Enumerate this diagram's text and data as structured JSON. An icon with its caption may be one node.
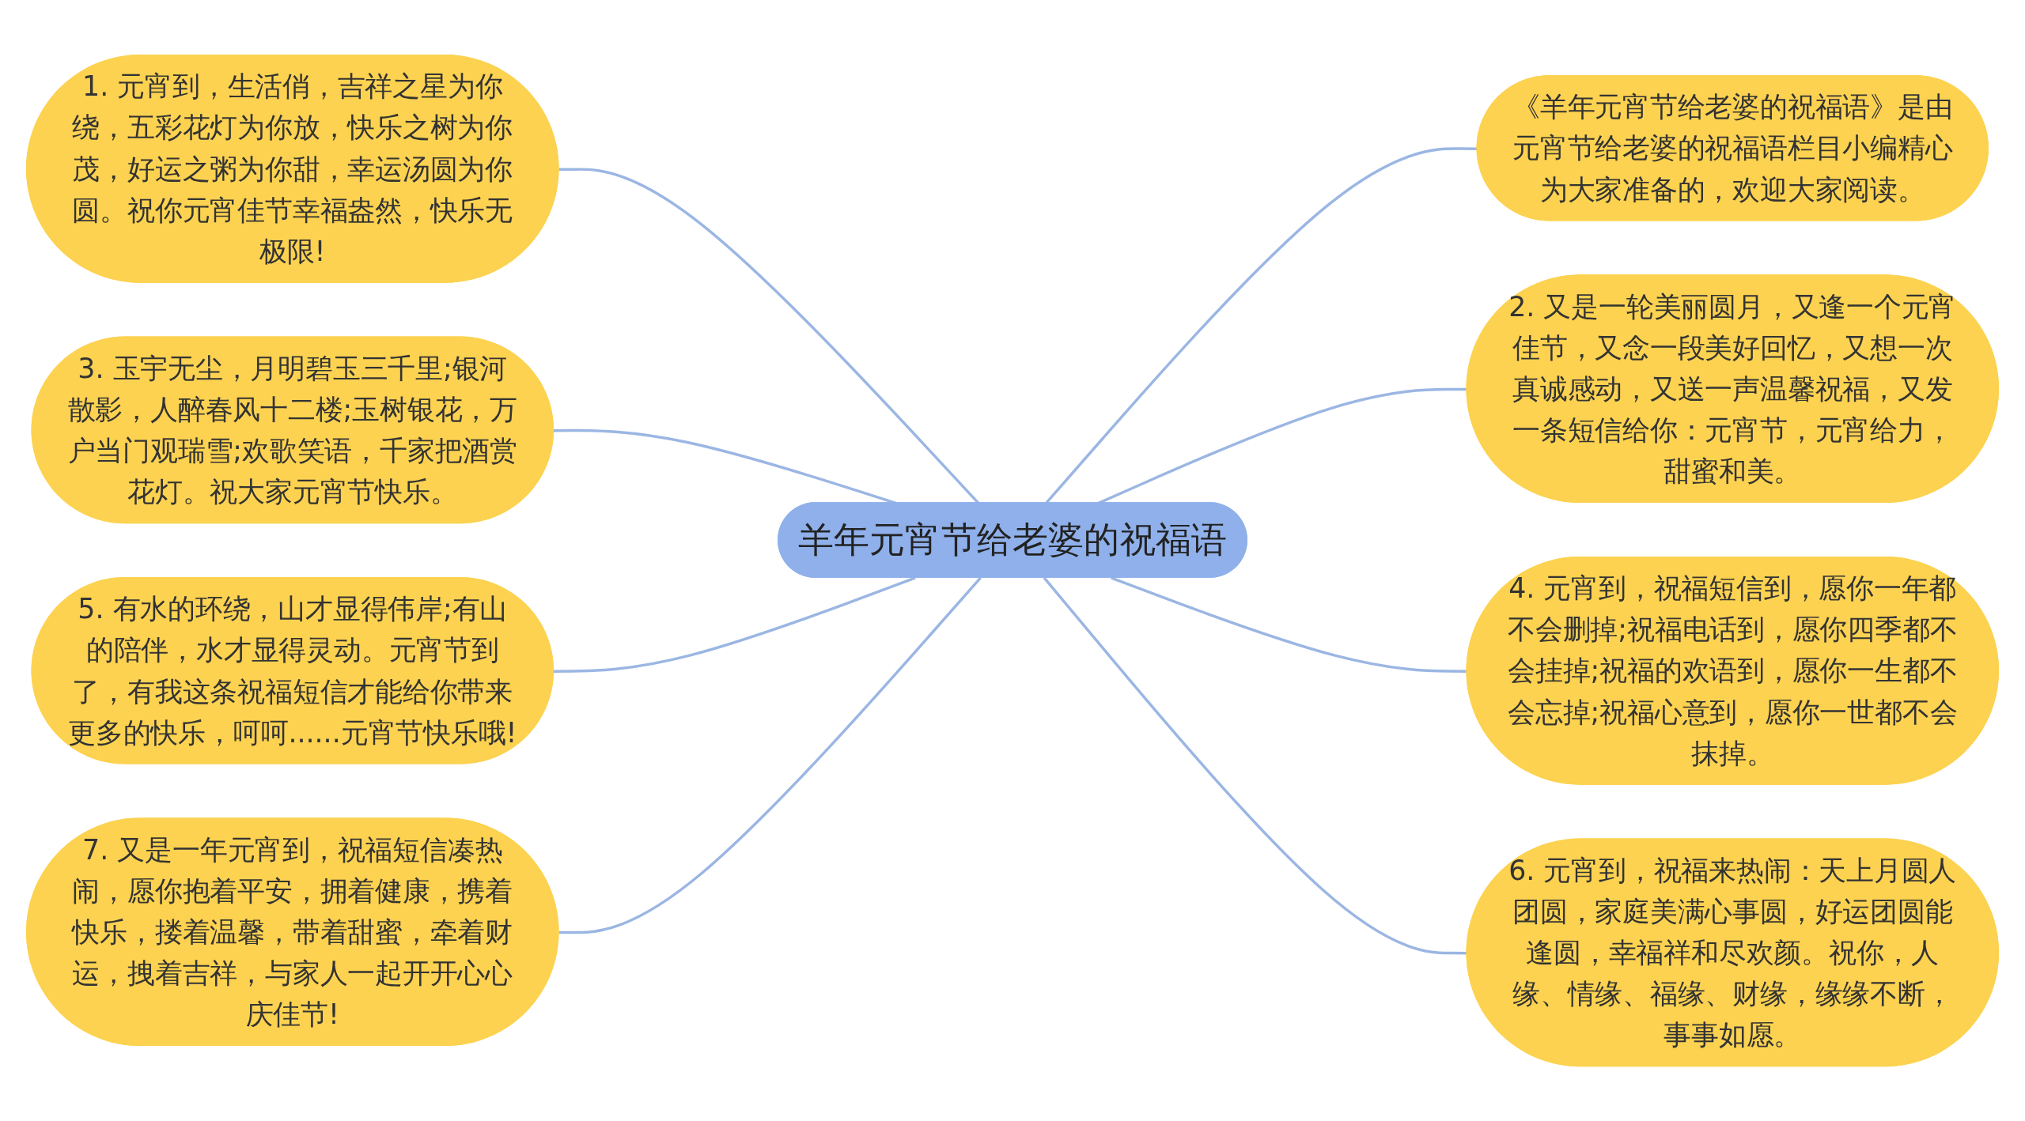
{
  "diagram": {
    "nodes": [
      {
        "text": [
          "羊年元宵节给老婆的祝福语"
        ]
      },
      {
        "text": [
          "1. 元宵到，生活俏，吉祥之星为你绕，五彩花灯为你放，快乐之树为你茂，好运之粥为你甜，幸运汤圆为你圆。祝你元宵佳节幸福盎然，快乐无极限!"
        ]
      },
      {
        "text": [
          "《羊年元宵节给老婆的祝福语》是由元宵节给老婆的祝福语栏目小编精心为大家准备的，欢迎大家阅读。"
        ]
      },
      {
        "text": [
          "3. 玉宇无尘，月明碧玉三千里;银河散影，人醉春风十二楼;玉树银花，万户当门观瑞雪;欢歌笑语，千家把酒赏花灯。祝大家元宵节快乐。"
        ]
      },
      {
        "text": [
          "2. 又是一轮美丽圆月，又逢一个元宵佳节，又念一段美好回忆，又想一次真诚感动，又送一声温馨祝福，又发一条短信给你：元宵节，元宵给力，甜蜜和美。"
        ]
      },
      {
        "text": [
          "5. 有水的环绕，山才显得伟岸;有山的陪伴，水才显得灵动。元宵节到了，有我这条祝福短信才能给你带来更多的快乐，呵呵......元宵节快乐哦!"
        ]
      },
      {
        "text": [
          "4. 元宵到，祝福短信到，愿你一年都不会删掉;祝福电话到，愿你四季都不会挂掉;祝福的欢语到，愿你一生都不会忘掉;祝福心意到，愿你一世都不会抹掉。"
        ]
      },
      {
        "text": [
          "7. 又是一年元宵到，祝福短信凑热闹，愿你抱着平安，拥着健康，携着快乐，搂着温馨，带着甜蜜，牵着财运，拽着吉祥，与家人一起开开心心庆佳节!"
        ]
      },
      {
        "text": [
          "6. 元宵到，祝福来热闹：天上月圆人团圆，家庭美满心事圆，好运团圆能逢圆，幸福祥和尽欢颜。祝你，人缘、情缘、福缘、财缘，缘缘不断，事事如愿。"
        ]
      }
    ],
    "edges": [
      {
        "from": 0,
        "to": 1,
        "arrow": "none"
      },
      {
        "from": 0,
        "to": 2,
        "arrow": "none"
      },
      {
        "from": 0,
        "to": 3,
        "arrow": "none"
      },
      {
        "from": 0,
        "to": 4,
        "arrow": "none"
      },
      {
        "from": 0,
        "to": 5,
        "arrow": "none"
      },
      {
        "from": 0,
        "to": 6,
        "arrow": "none"
      },
      {
        "from": 0,
        "to": 7,
        "arrow": "none"
      },
      {
        "from": 0,
        "to": 8,
        "arrow": "none"
      }
    ]
  }
}
